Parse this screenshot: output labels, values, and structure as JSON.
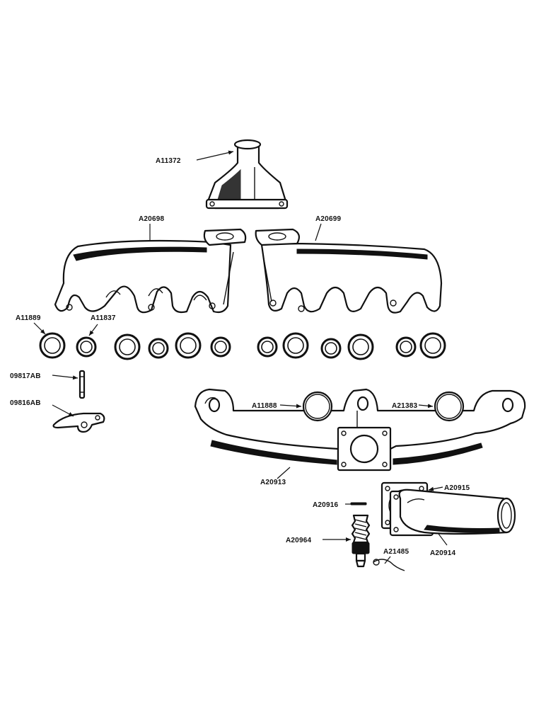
{
  "labels": {
    "outlet_elbow": "A11372",
    "front_manifold": "A20698",
    "rear_manifold": "A20699",
    "gasket_large": "A11889",
    "gasket_small": "A11837",
    "stud": "09817AB",
    "clamp": "09816AB",
    "ring_a": "A11888",
    "ring_b": "A21383",
    "intake_manifold": "A20913",
    "flange_gasket": "A20915",
    "pin": "A20916",
    "heat_valve": "A20964",
    "spring_clip": "A21485",
    "outlet_pipe": "A20914"
  }
}
